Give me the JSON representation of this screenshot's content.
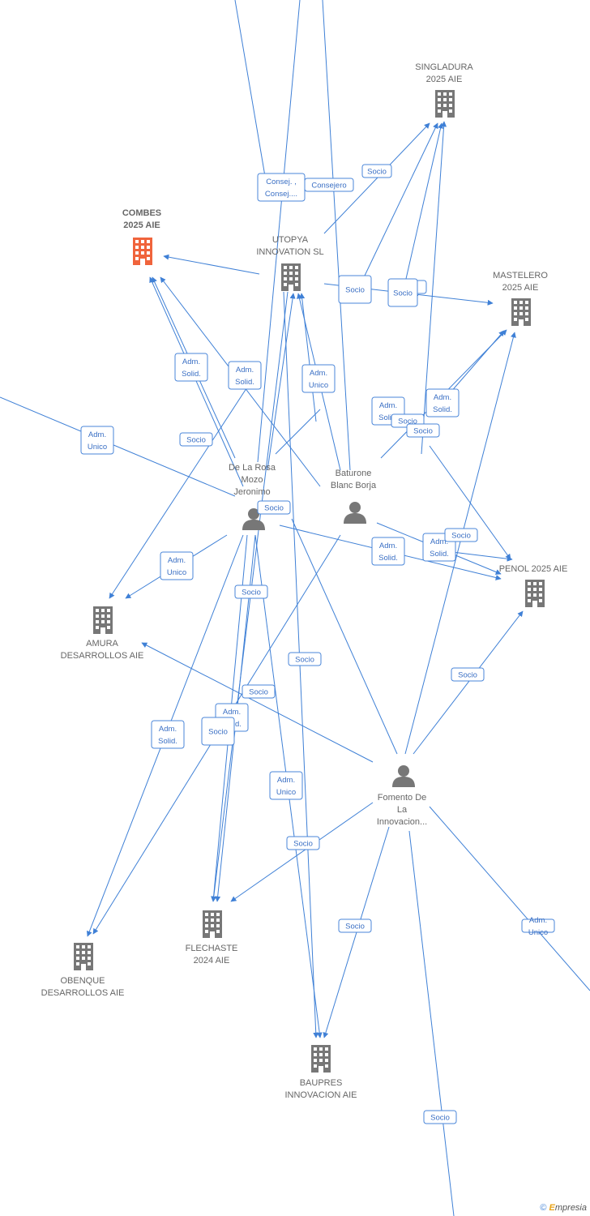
{
  "colors": {
    "edge": "#3f80d6",
    "building": "#777777",
    "highlight": "#f0643c",
    "person": "#777777"
  },
  "nodes": [
    {
      "id": "singladura",
      "type": "company",
      "lines": [
        "SINGLADURA",
        "2025 AIE"
      ]
    },
    {
      "id": "combes",
      "type": "company",
      "lines": [
        "COMBES",
        "2025 AIE"
      ],
      "highlight": true
    },
    {
      "id": "utopya",
      "type": "company",
      "lines": [
        "UTOPYA",
        "INNOVATION  SL"
      ]
    },
    {
      "id": "mastelero",
      "type": "company",
      "lines": [
        "MASTELERO",
        "2025 AIE"
      ]
    },
    {
      "id": "delarosa",
      "type": "person",
      "lines": [
        "De La Rosa",
        "Mozo",
        "Jeronimo"
      ]
    },
    {
      "id": "baturone",
      "type": "person",
      "lines": [
        "Baturone",
        "Blanc Borja"
      ]
    },
    {
      "id": "penol",
      "type": "company",
      "lines": [
        "PENOL 2025 AIE"
      ]
    },
    {
      "id": "amura",
      "type": "company",
      "lines": [
        "AMURA",
        "DESARROLLOS AIE"
      ]
    },
    {
      "id": "fomento",
      "type": "person",
      "lines": [
        "Fomento De",
        "La",
        "Innovacion..."
      ]
    },
    {
      "id": "flechaste",
      "type": "company",
      "lines": [
        "FLECHASTE",
        "2024 AIE"
      ]
    },
    {
      "id": "obenque",
      "type": "company",
      "lines": [
        "OBENQUE",
        "DESARROLLOS AIE"
      ]
    },
    {
      "id": "baupres",
      "type": "company",
      "lines": [
        "BAUPRES",
        "INNOVACION AIE"
      ]
    }
  ],
  "edge_labels": [
    [
      "Consej. ,",
      "Consej...."
    ],
    [
      "Consejero"
    ],
    [
      "Socio"
    ],
    [
      "Socio"
    ],
    [
      "Adm.",
      "Solid."
    ],
    [
      "Socio"
    ],
    [
      "Adm.",
      "Solid."
    ],
    [
      "Adm.",
      "Solid."
    ],
    [
      "Adm.",
      "Solid."
    ],
    [
      "Adm.",
      "Unico"
    ],
    [
      "Adm.",
      "Solid."
    ],
    [
      "Socio"
    ],
    [
      "Socio"
    ],
    [
      "Adm.",
      "Unico"
    ],
    [
      "Socio"
    ],
    [
      "Adm.",
      "Solid."
    ],
    [
      "Adm.",
      "Solid."
    ],
    [
      "Socio"
    ],
    [
      "Adm.",
      "Unico"
    ],
    [
      "Socio"
    ],
    [
      "Socio"
    ],
    [
      "Socio"
    ],
    [
      "Socio"
    ],
    [
      "Adm.",
      "Solid."
    ],
    [
      "Adm.",
      "Solid."
    ],
    [
      "Adm.",
      "Unico"
    ],
    [
      "Socio"
    ],
    [
      "Socio"
    ],
    [
      "Socio"
    ],
    [
      "Socio"
    ],
    [
      "Adm.",
      "Unico"
    ]
  ],
  "copyright": {
    "symbol": "©",
    "brand_first": "E",
    "brand_rest": "mpresia"
  }
}
